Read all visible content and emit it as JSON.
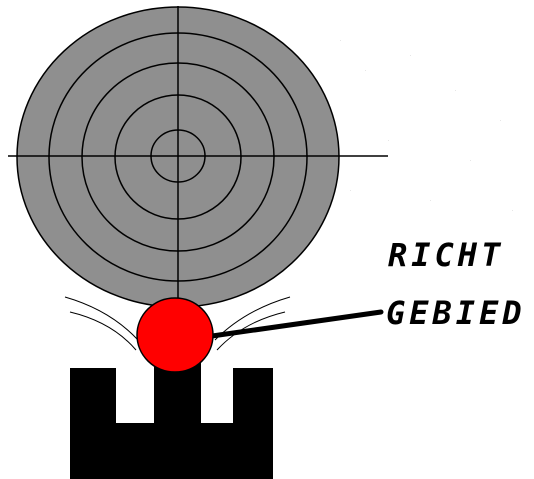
{
  "diagram": {
    "label_lines": [
      "RICHT",
      "GEBIED"
    ],
    "colors": {
      "background": "#ffffff",
      "target_fill": "#8f8f8f",
      "ring_stroke": "#000000",
      "crosshair": "#000000",
      "bead": "#ff0000",
      "sight": "#000000",
      "pointer": "#000000"
    },
    "parts": {
      "target": "target-disc",
      "crosshair": "crosshair",
      "bead": "front-sight-bead",
      "sight": "rear-sight-notch",
      "pointer": "pointer-line"
    }
  }
}
